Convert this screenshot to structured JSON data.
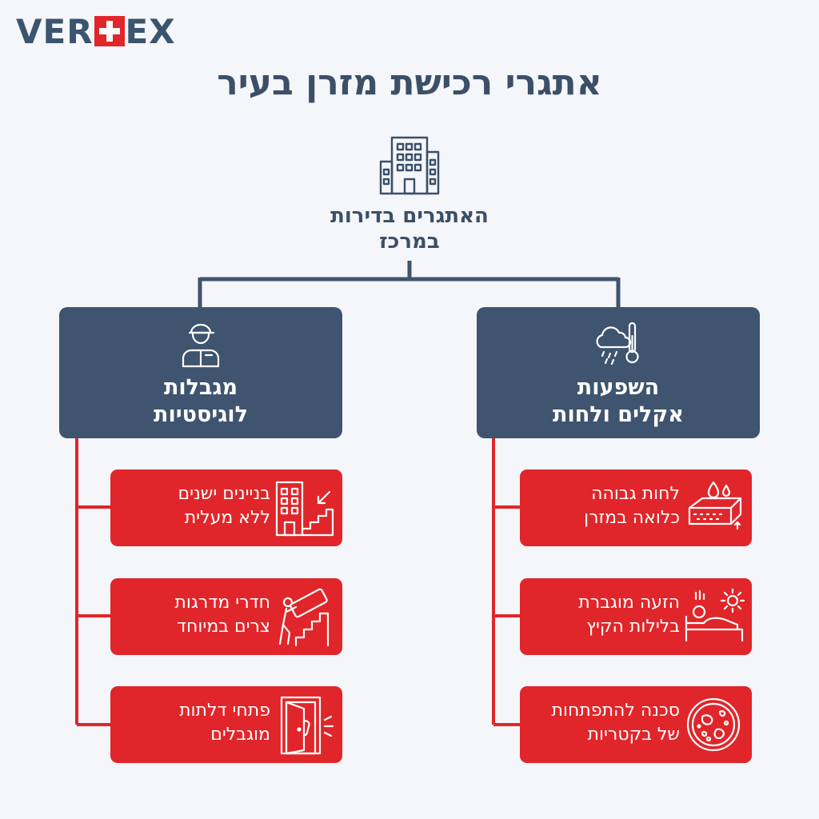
{
  "brand": {
    "logo_left": "VER",
    "logo_right": "EX"
  },
  "title": "אתגרי רכישת מזרן בעיר",
  "root": {
    "label_line1": "האתגרים בדירות",
    "label_line2": "במרכז",
    "icon": "city-building-icon"
  },
  "categories": [
    {
      "id": "climate",
      "label_line1": "השפעות",
      "label_line2": "אקלים ולחות",
      "icon": "cloud-rain-thermometer-icon",
      "items": [
        {
          "line1": "לחות גבוהה",
          "line2": "כלואה במזרן",
          "icon": "mattress-moisture-icon"
        },
        {
          "line1": "הזעה מוגברת",
          "line2": "בלילות הקיץ",
          "icon": "sweating-sleeper-sun-icon"
        },
        {
          "line1": "סכנה להתפתחות",
          "line2": "של בקטריות",
          "icon": "bacteria-icon"
        }
      ]
    },
    {
      "id": "logistics",
      "label_line1": "מגבלות",
      "label_line2": "לוגיסטיות",
      "icon": "delivery-worker-icon",
      "items": [
        {
          "line1": "בניינים ישנים",
          "line2": "ללא מעלית",
          "icon": "old-building-stairs-icon"
        },
        {
          "line1": "חדרי מדרגות",
          "line2": "צרים במיוחד",
          "icon": "carrying-mattress-stairs-icon"
        },
        {
          "line1": "פתחי דלתות",
          "line2": "מוגבלים",
          "icon": "narrow-door-icon"
        }
      ]
    }
  ],
  "colors": {
    "navy": "#3e546f",
    "red": "#e0262a",
    "background": "#f4f6f9",
    "title": "#3b4f68"
  }
}
